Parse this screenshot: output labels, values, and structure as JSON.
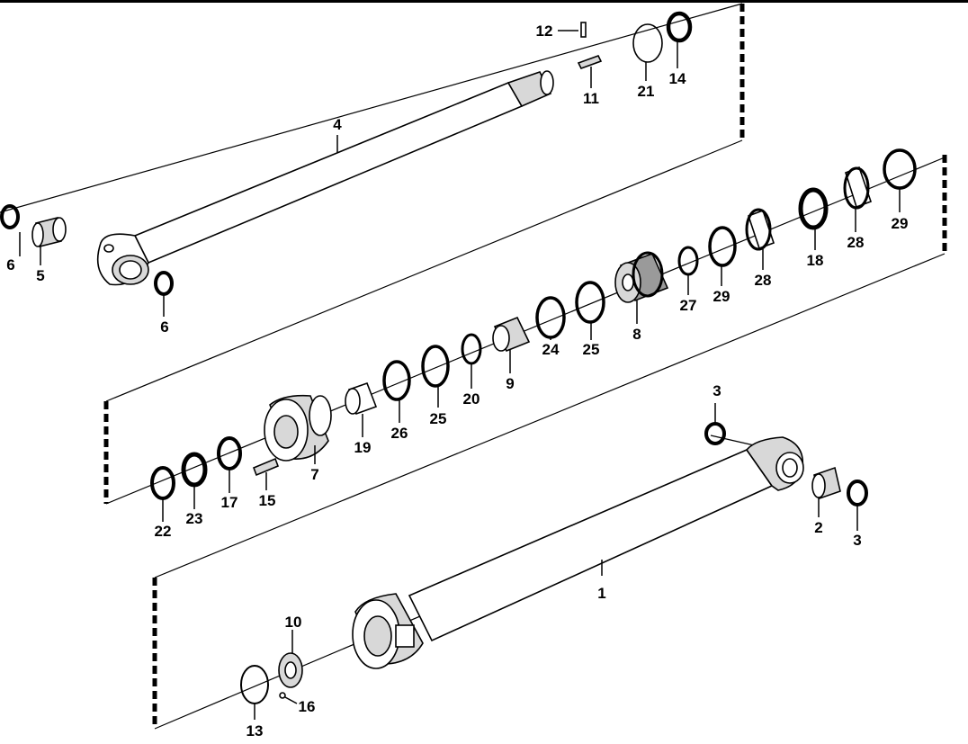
{
  "callouts": {
    "c1": "1",
    "c2": "2",
    "c3a": "3",
    "c3b": "3",
    "c4": "4",
    "c5": "5",
    "c6a": "6",
    "c6b": "6",
    "c7": "7",
    "c8": "8",
    "c9": "9",
    "c10": "10",
    "c11": "11",
    "c12": "12",
    "c13": "13",
    "c14": "14",
    "c15": "15",
    "c16": "16",
    "c17": "17",
    "c18": "18",
    "c19": "19",
    "c20": "20",
    "c21": "21",
    "c22": "22",
    "c23": "23",
    "c24": "24",
    "c25a": "25",
    "c25b": "25",
    "c26": "26",
    "c27": "27",
    "c28a": "28",
    "c28b": "28",
    "c29a": "29",
    "c29b": "29"
  }
}
